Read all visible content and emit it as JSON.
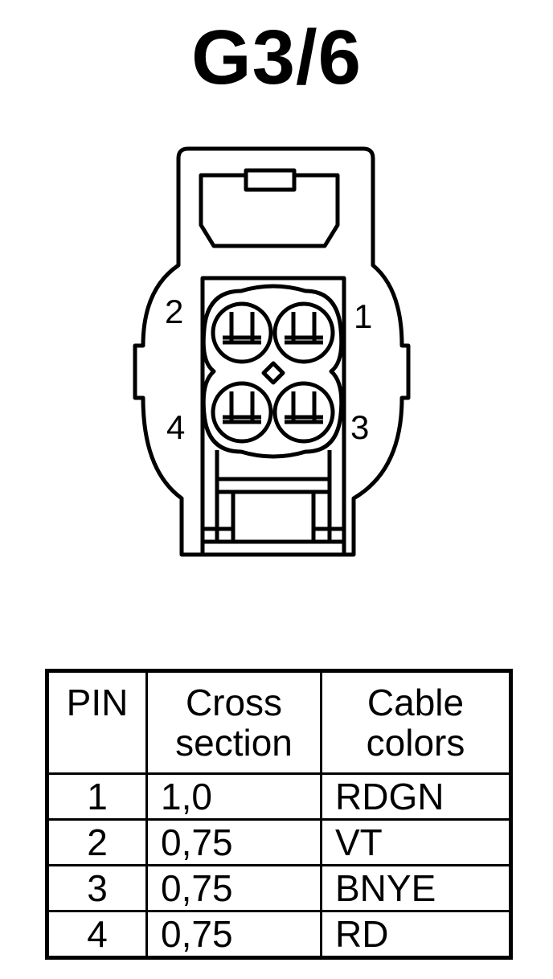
{
  "title": "G3/6",
  "pin_labels": {
    "p1": "1",
    "p2": "2",
    "p3": "3",
    "p4": "4"
  },
  "table": {
    "headers": {
      "pin": "PIN",
      "cross_section_line1": "Cross",
      "cross_section_line2": "section",
      "cable_colors_line1": "Cable",
      "cable_colors_line2": "colors"
    },
    "rows": [
      {
        "pin": "1",
        "cross_section": "1,0",
        "cable_color": "RDGN"
      },
      {
        "pin": "2",
        "cross_section": "0,75",
        "cable_color": "VT"
      },
      {
        "pin": "3",
        "cross_section": "0,75",
        "cable_color": "BNYE"
      },
      {
        "pin": "4",
        "cross_section": "0,75",
        "cable_color": "RD"
      }
    ]
  }
}
